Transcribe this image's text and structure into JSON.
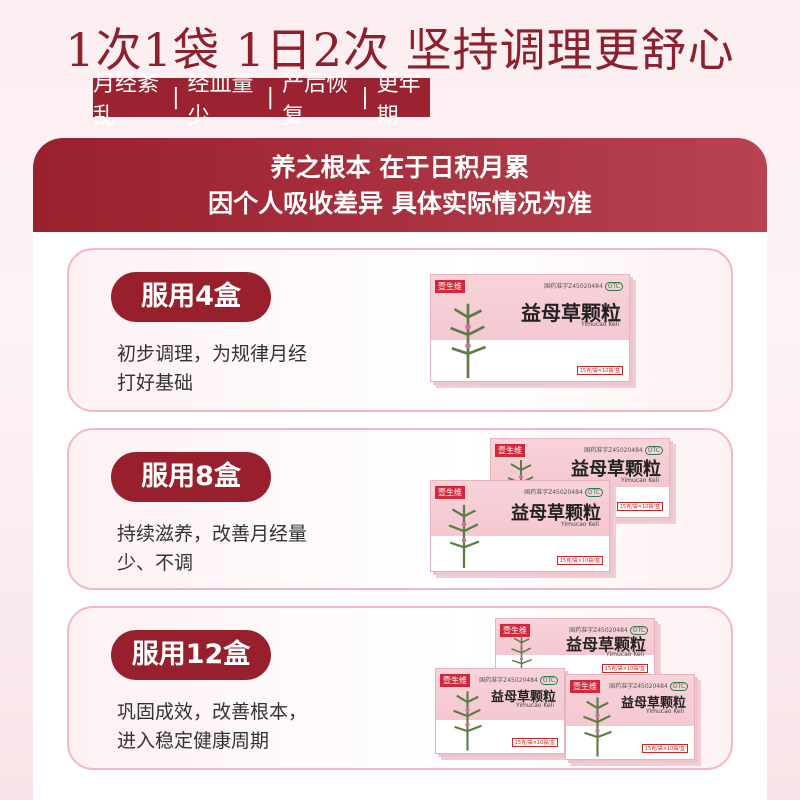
{
  "headline": "1次1袋 1日2次  坚持调理更舒心",
  "tags": [
    "月经紊乱",
    "经血量少",
    "产后恢复",
    "更年期"
  ],
  "tag_separator": "|",
  "panel": {
    "line1": "养之根本  在于日积月累",
    "line2": "因个人吸收差异 具体实际情况为准"
  },
  "product": {
    "brand": "壹生维",
    "reg": "国药准字Z45020484",
    "otc": "OTC",
    "name": "益母草颗粒",
    "pinyin": "Yimucao Keli",
    "spec": "15克/袋×10袋/盒"
  },
  "plans": [
    {
      "label": "服用4盒",
      "desc1": "初步调理，为规律月经",
      "desc2": "打好基础"
    },
    {
      "label": "服用8盒",
      "desc1": "持续滋养，改善月经量",
      "desc2": "少、不调"
    },
    {
      "label": "服用12盒",
      "desc1": "巩固成效，改善根本，",
      "desc2": "进入稳定健康周期"
    }
  ],
  "colors": {
    "primary": "#98202d",
    "border": "#f4b8c0",
    "box": "#f6cbd3"
  }
}
